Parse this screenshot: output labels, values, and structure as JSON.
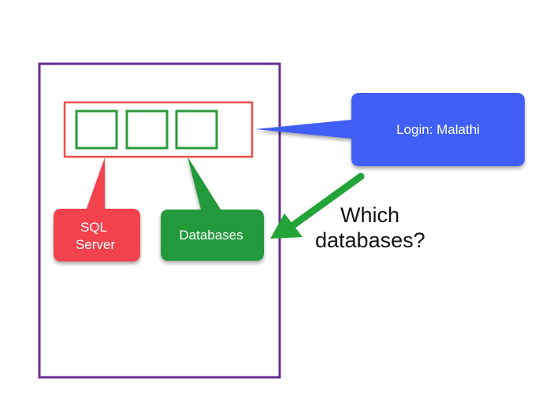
{
  "diagram": {
    "login_label": "Login: Malathi",
    "sql_server_label_line1": "SQL",
    "sql_server_label_line2": "Server",
    "databases_label": "Databases",
    "question_line1": "Which",
    "question_line2": "databases?"
  },
  "colors": {
    "server_border": "#6a2d91",
    "group_border": "#ee4d4d",
    "slot_border": "#2e9a3a",
    "sql_server_fill": "#f2424d",
    "databases_fill": "#22993a",
    "login_fill": "#3f5ef7",
    "arrow": "#22a438"
  }
}
